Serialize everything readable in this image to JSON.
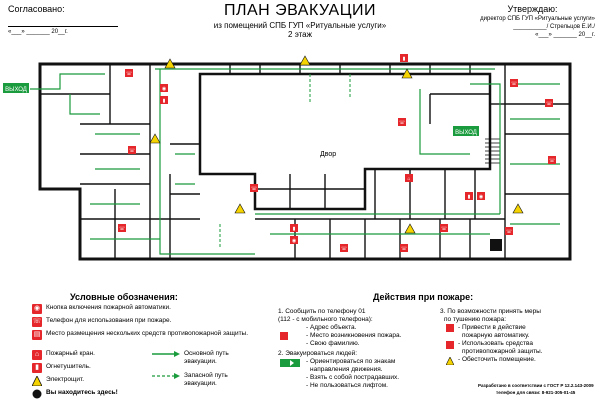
{
  "header_left": {
    "title": "Согласовано:",
    "date_line": "«___» _______ 20__г."
  },
  "title": {
    "main": "ПЛАН ЭВАКУАЦИИ",
    "sub": "из помещений СПБ ГУП «Ритуальные услуги»",
    "floor": "2 этаж"
  },
  "header_right": {
    "title": "Утверждаю:",
    "position": "директор СПБ ГУП «Ритуальные услуги»",
    "signature": "__________/ Стрельцов Е.И./",
    "date_line": "«___» _______ 20__г."
  },
  "plan": {
    "courtyard_label": "Двор",
    "exit_label": "ВЫХОД",
    "you_are_here": ""
  },
  "legend": {
    "title": "Условные обозначения:",
    "items": [
      "Кнопка включения пожарной автоматики.",
      "Телефон для использования при пожаре.",
      "Место размещения нескольких средств противопожарной защиты.",
      "Пожарный кран.",
      "Огнетушитель.",
      "Электрощит.",
      "Вы находитесь здесь!"
    ],
    "main_route": "Основной путь эвакуации.",
    "spare_route": "Запасной путь эвакуации."
  },
  "actions": {
    "title": "Действия при пожаре:",
    "step1_a": "1. Сообщить по телефону 01",
    "step1_b": "(112 - с мобильного телефона):",
    "step1_items": [
      "- Адрес объекта.",
      "- Место возникновения пожара.",
      "- Свою фамилию."
    ],
    "step2_title": "2. Эвакуироваться людей:",
    "step2_items": [
      "- Ориентироваться по знакам",
      "направления движения.",
      "- Взять с собой пострадавших.",
      "- Не пользоваться лифтом."
    ],
    "step3_a": "3. По возможности принять меры",
    "step3_b": "по тушению пожара:",
    "step3_items": [
      "- Привести в действие",
      "пожарную автоматику.",
      "- Использовать средства",
      "противопожарной защиты.",
      "- Обесточить помещение."
    ],
    "footer1": "Разработано в соответствии с ГОСТ Р 12.2.143-2009",
    "footer2": "телефон для связи: 8-921-305-01-45"
  },
  "colors": {
    "route": "#1a9b3d",
    "safety_red": "#e5262a",
    "warning_yellow": "#f5d300",
    "wall": "#111111"
  }
}
